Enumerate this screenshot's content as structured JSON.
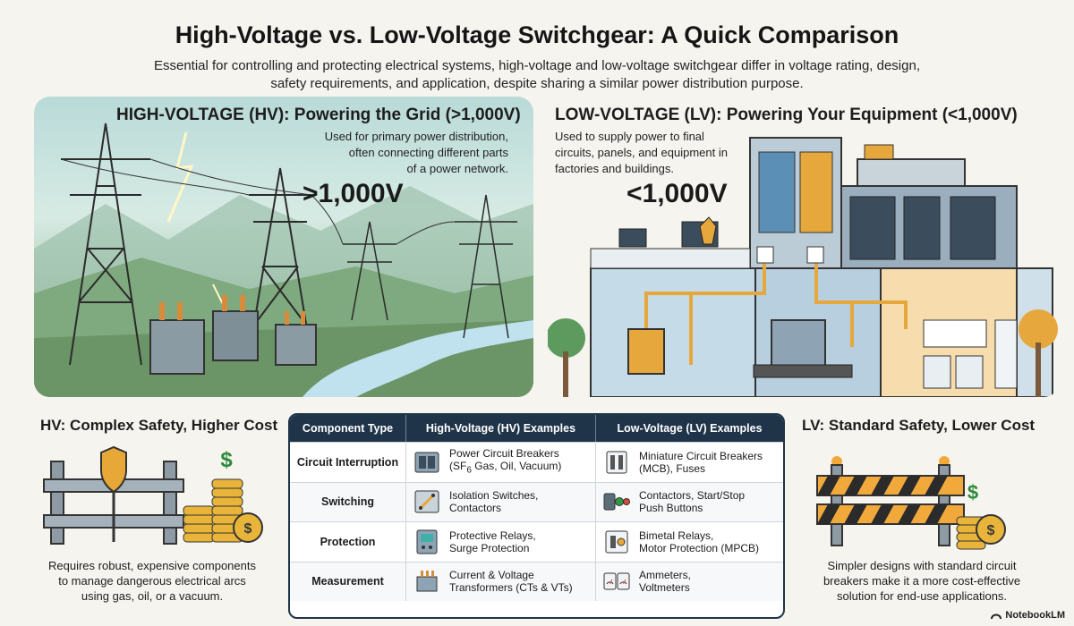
{
  "title": "High-Voltage vs. Low-Voltage Switchgear: A Quick Comparison",
  "subtitle_line1": "Essential for controlling and protecting electrical systems, high-voltage and low-voltage switchgear differ in voltage rating, design,",
  "subtitle_line2": "safety requirements, and application, despite sharing a similar power distribution purpose.",
  "hv": {
    "heading": "HIGH-VOLTAGE (HV): Powering the Grid (>1,000V)",
    "desc_lines": [
      "Used for primary power distribution,",
      "often connecting different parts",
      "of a power network."
    ],
    "big_label": ">1,000V"
  },
  "lv": {
    "heading": "LOW-VOLTAGE (LV): Powering Your Equipment (<1,000V)",
    "desc_lines": [
      "Used to supply power to final",
      "circuits, panels, and equipment in",
      "factories and buildings."
    ],
    "big_label": "<1,000V"
  },
  "hv_cost": {
    "heading": "HV: Complex Safety, Higher Cost",
    "text_lines": [
      "Requires robust, expensive components",
      "to manage dangerous electrical arcs",
      "using gas, oil, or a vacuum."
    ],
    "dollar": "$"
  },
  "lv_cost": {
    "heading": "LV: Standard Safety, Lower Cost",
    "text_lines": [
      "Simpler designs with standard circuit",
      "breakers make it a more cost-effective",
      "solution for end-use applications."
    ],
    "dollar": "$"
  },
  "table": {
    "headers": [
      "Component Type",
      "High-Voltage (HV) Examples",
      "Low-Voltage (LV) Examples"
    ],
    "rows": [
      {
        "component": "Circuit Interruption",
        "hv_line1": "Power Circuit Breakers",
        "hv_line2_a": "(SF",
        "hv_line2_sub": "6",
        "hv_line2_b": " Gas, Oil, Vacuum)",
        "lv_line1": "Miniature Circuit Breakers",
        "lv_line2": "(MCB), Fuses",
        "hv_icon": "breaker-panel-icon",
        "lv_icon": "mcb-icon"
      },
      {
        "component": "Switching",
        "hv_line1": "Isolation Switches,",
        "hv_line2": "Contactors",
        "lv_line1": "Contactors, Start/Stop",
        "lv_line2": "Push Buttons",
        "hv_icon": "isolation-switch-icon",
        "lv_icon": "push-button-icon"
      },
      {
        "component": "Protection",
        "hv_line1": "Protective Relays,",
        "hv_line2": "Surge Protection",
        "lv_line1": "Bimetal Relays,",
        "lv_line2": "Motor Protection (MPCB)",
        "hv_icon": "relay-icon",
        "lv_icon": "mpcb-icon"
      },
      {
        "component": "Measurement",
        "hv_line1": "Current & Voltage",
        "hv_line2": "Transformers (CTs & VTs)",
        "lv_line1": "Ammeters,",
        "lv_line2": "Voltmeters",
        "hv_icon": "transformer-icon",
        "lv_icon": "meter-icon"
      }
    ]
  },
  "brand": "NotebookLM",
  "colors": {
    "navy": "#1f3449",
    "orange": "#f2a93b",
    "gold": "#e8b53a"
  }
}
